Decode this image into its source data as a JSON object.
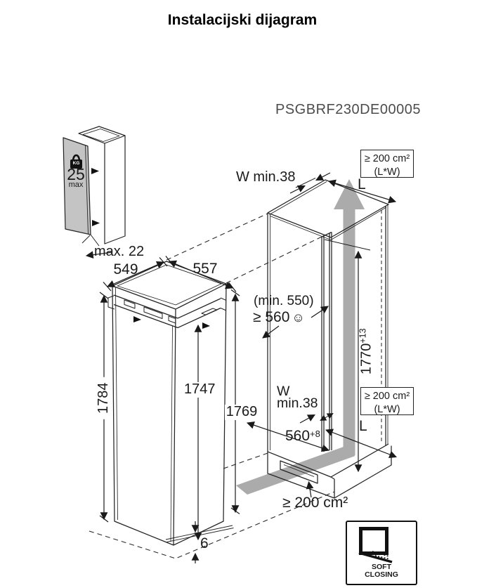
{
  "title": "Instalacijski dijagram",
  "model_number": "PSGBRF230DE00005",
  "door_weight_note": {
    "unit": "KG",
    "value": "25",
    "qualifier": "max",
    "depth_limit": "max. 22"
  },
  "appliance_dims": {
    "width_top": "549",
    "depth_top": "557",
    "height_left": "1784",
    "height_front": "1747",
    "height_right": "1769",
    "bottom_clearance": "6"
  },
  "niche": {
    "top_gap": "W min.38",
    "vent_top": {
      "area": "≥ 200 cm²",
      "formula": "(L*W)"
    },
    "depth_top_label": "L",
    "width_note": "(min. 550)",
    "width_required": "≥ 560",
    "smiley_icon": "☺",
    "height": {
      "value": "1770",
      "tolerance": "+13"
    },
    "vent_mid": {
      "area": "≥ 200 cm²",
      "formula": "(L*W)"
    },
    "rear_gap": {
      "line1": "W",
      "line2": "min.38"
    },
    "depth": {
      "value": "560",
      "tolerance": "+8"
    },
    "depth_bottom_label": "L",
    "vent_bottom_area": "≥ 200 cm²"
  },
  "soft_closing_badge": {
    "line1": "SOFT",
    "line2": "CLOSING"
  }
}
